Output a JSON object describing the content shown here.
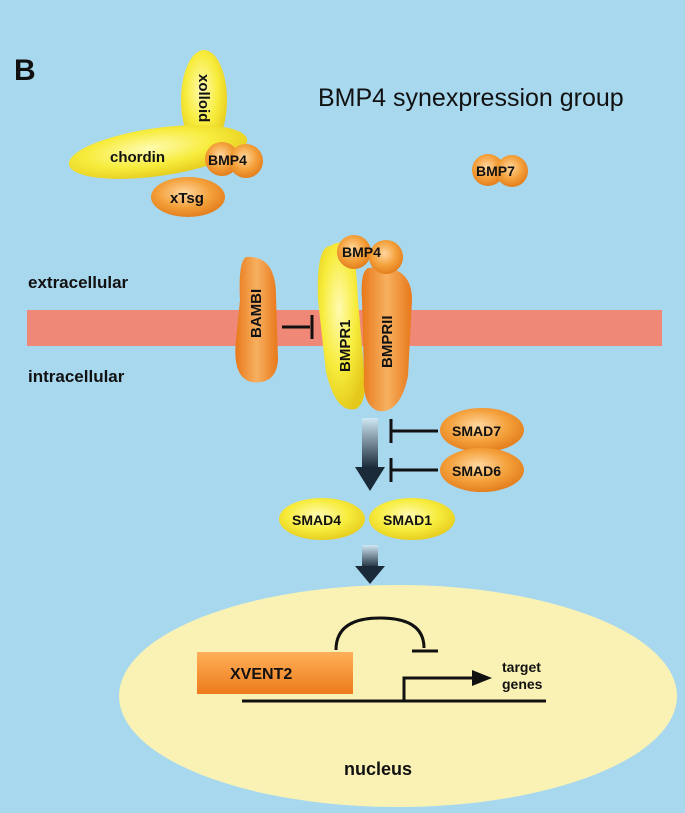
{
  "panel_label": "B",
  "title": "BMP4 synexpression group",
  "regions": {
    "extracellular": "extracellular",
    "intracellular": "intracellular",
    "nucleus": "nucleus"
  },
  "proteins": {
    "xolloid": "xolloid",
    "chordin": "chordin",
    "bmp4_free": "BMP4",
    "xtsg": "xTsg",
    "bmp7": "BMP7",
    "bmp4_bound": "BMP4",
    "bambi": "BAMBI",
    "bmpr1": "BMPR1",
    "bmprii": "BMPRII",
    "smad7": "SMAD7",
    "smad6": "SMAD6",
    "smad4": "SMAD4",
    "smad1": "SMAD1"
  },
  "gene": {
    "xvent2": "XVENT2",
    "target_line1": "target",
    "target_line2": "genes"
  },
  "colors": {
    "background": "#a8d8ee",
    "membrane": "#f08878",
    "yellow_protein": "#f7ec3c",
    "orange_protein": "#f4a03a",
    "nucleus": "#faf2b4"
  }
}
